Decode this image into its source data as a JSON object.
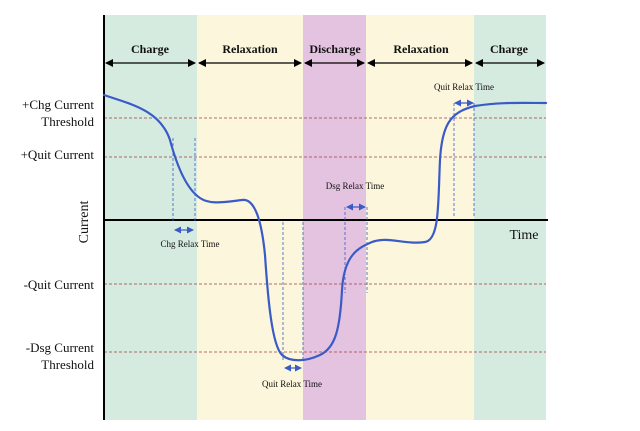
{
  "phases": [
    {
      "label": "Charge",
      "color": "#d6ebe0"
    },
    {
      "label": "Relaxation",
      "color": "#fbf6dc"
    },
    {
      "label": "Discharge",
      "color": "#e4c3e1"
    },
    {
      "label": "Relaxation",
      "color": "#fbf6dc"
    },
    {
      "label": "Charge",
      "color": "#d6ebe0"
    }
  ],
  "axes": {
    "x_label": "Time",
    "y_label": "Current"
  },
  "thresholds": {
    "chg_current": {
      "line1": "+Chg Current",
      "line2": "Threshold"
    },
    "quit_current_pos": "+Quit Current",
    "quit_current_neg": "-Quit Current",
    "dsg_current": {
      "line1": "-Dsg Current",
      "line2": "Threshold"
    }
  },
  "annotations": {
    "chg_relax": "Chg Relax Time",
    "dsg_relax": "Dsg Relax Time",
    "quit_relax_bottom": "Quit Relax Time",
    "quit_relax_top": "Quit Relax Time"
  },
  "colors": {
    "curve": "#3a5bc7",
    "threshold_line": "#a04040",
    "axis": "#000000",
    "annotation": "#3a5bc7"
  }
}
